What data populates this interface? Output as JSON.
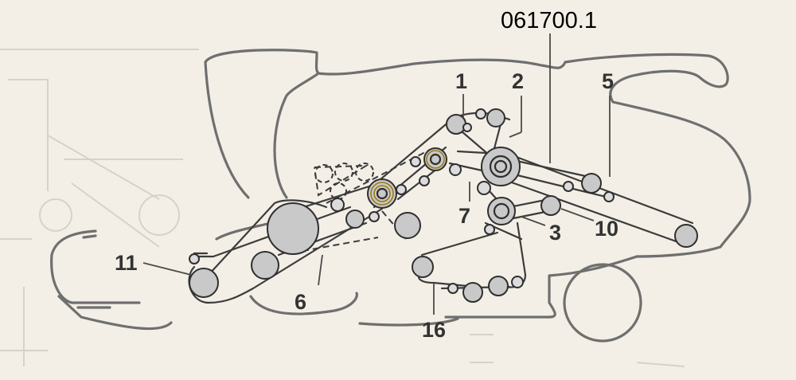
{
  "figure_id": "061700.1",
  "callouts": [
    "1",
    "2",
    "5",
    "7",
    "3",
    "10",
    "11",
    "6",
    "16"
  ]
}
